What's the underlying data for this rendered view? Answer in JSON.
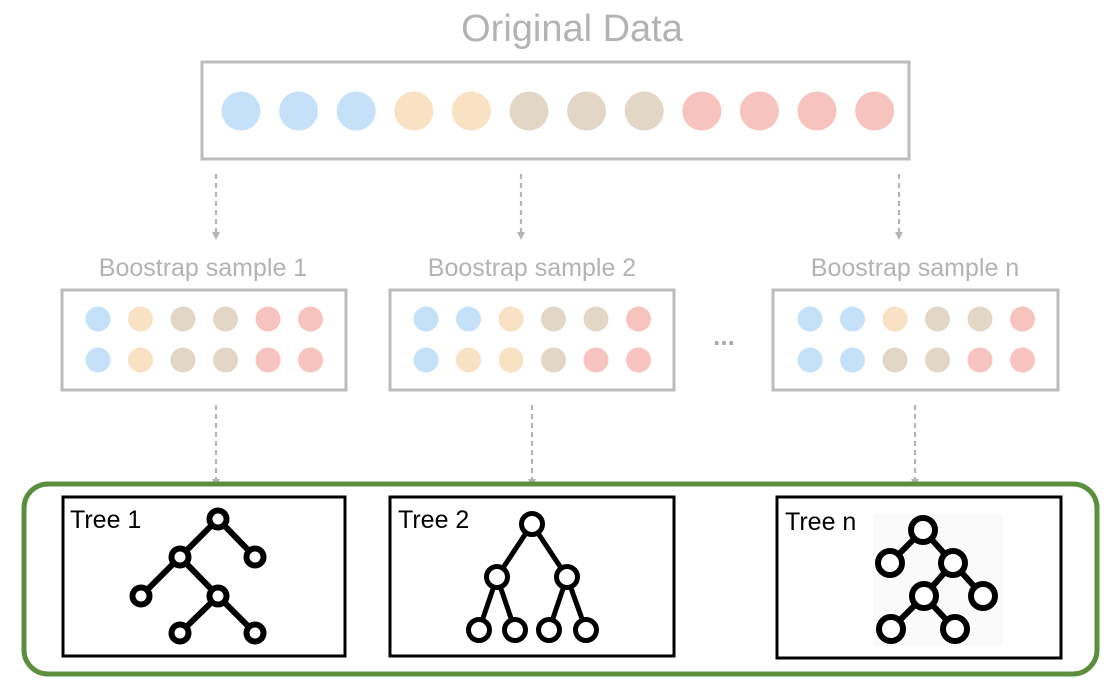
{
  "title": "Original Data",
  "colors": {
    "blue": "#c5e1f9",
    "orange": "#f9e1c4",
    "tan": "#e2d6c7",
    "red": "#f6c3bf",
    "box_gray": "#bdbdbd",
    "arrow_gray": "#b5b5b5",
    "ensemble_green": "#5b8f3e",
    "tree_black": "#000000"
  },
  "original_data": [
    "blue",
    "blue",
    "blue",
    "orange",
    "orange",
    "tan",
    "tan",
    "tan",
    "red",
    "red",
    "red",
    "red"
  ],
  "bootstrap_samples": [
    {
      "label": "Boostrap sample 1",
      "rows": [
        [
          "blue",
          "orange",
          "tan",
          "tan",
          "red",
          "red"
        ],
        [
          "blue",
          "orange",
          "tan",
          "tan",
          "red",
          "red"
        ]
      ]
    },
    {
      "label": "Boostrap sample 2",
      "rows": [
        [
          "blue",
          "blue",
          "orange",
          "tan",
          "tan",
          "red"
        ],
        [
          "blue",
          "orange",
          "orange",
          "tan",
          "red",
          "red"
        ]
      ]
    },
    {
      "label": "Boostrap sample n",
      "rows": [
        [
          "blue",
          "blue",
          "orange",
          "tan",
          "tan",
          "red"
        ],
        [
          "blue",
          "blue",
          "tan",
          "tan",
          "red",
          "red"
        ]
      ]
    }
  ],
  "ellipsis": "...",
  "trees": [
    {
      "label": "Tree 1"
    },
    {
      "label": "Tree 2"
    },
    {
      "label": "Tree n"
    }
  ]
}
